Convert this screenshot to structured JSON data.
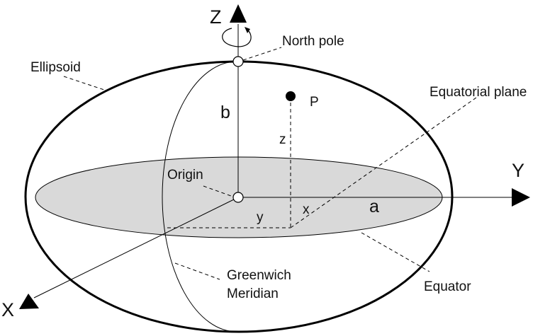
{
  "labels": {
    "z_axis": "Z",
    "y_axis": "Y",
    "x_axis": "X",
    "north_pole": "North pole",
    "ellipsoid": "Ellipsoid",
    "equatorial_plane": "Equatorial plane",
    "origin": "Origin",
    "point": "P",
    "semi_minor": "b",
    "semi_major": "a",
    "coord_z": "z",
    "coord_x": "x",
    "coord_y": "y",
    "greenwich_line1": "Greenwich",
    "greenwich_line2": "Meridian",
    "equator": "Equator"
  },
  "colors": {
    "equatorial_plane_fill": "#d9d9d9",
    "stroke": "#000000"
  }
}
